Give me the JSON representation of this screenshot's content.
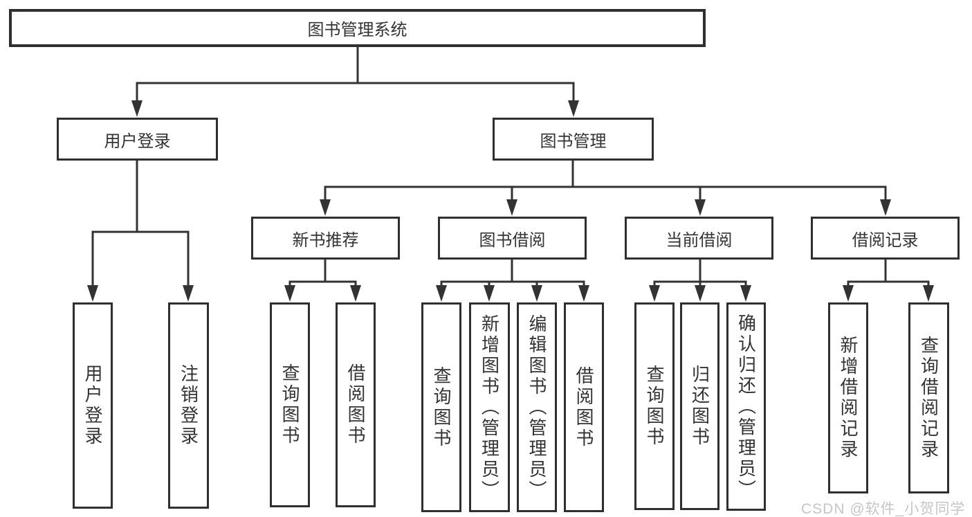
{
  "diagram": {
    "root": {
      "label": "图书管理系统"
    },
    "branches": [
      {
        "label": "用户登录",
        "children": [
          {
            "label": "用户登录"
          },
          {
            "label": "注销登录"
          }
        ]
      },
      {
        "label": "图书管理",
        "children": [
          {
            "label": "新书推荐",
            "children": [
              {
                "label": "查询图书"
              },
              {
                "label": "借阅图书"
              }
            ]
          },
          {
            "label": "图书借阅",
            "children": [
              {
                "label": "查询图书"
              },
              {
                "label": "新增图书（管理员）"
              },
              {
                "label": "编辑图书（管理员）"
              },
              {
                "label": "借阅图书"
              }
            ]
          },
          {
            "label": "当前借阅",
            "children": [
              {
                "label": "查询图书"
              },
              {
                "label": "归还图书"
              },
              {
                "label": "确认归还（管理员）"
              }
            ]
          },
          {
            "label": "借阅记录",
            "children": [
              {
                "label": "新增借阅记录"
              },
              {
                "label": "查询借阅记录"
              }
            ]
          }
        ]
      }
    ]
  },
  "watermark": {
    "text": "CSDN @软件_小贺同学"
  },
  "colors": {
    "line": "#333333",
    "box_border": "#2f2f2f",
    "text": "#333333",
    "watermark": "#c6c6c6",
    "background": "#ffffff"
  }
}
